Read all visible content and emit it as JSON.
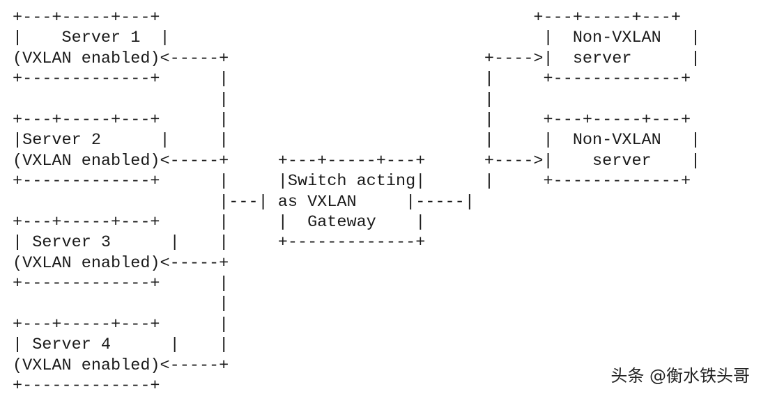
{
  "diagram": {
    "lines": [
      "+---+-----+---+                                      +---+-----+---+",
      "|    Server 1  |                                      |  Non-VXLAN   |",
      "(VXLAN enabled)<-----+                          +---->|  server      |",
      "+-------------+      |                          |     +-------------+",
      "                     |                          |",
      "+---+-----+---+      |                          |     +---+-----+---+",
      "|Server 2      |     |                          |     |  Non-VXLAN   |",
      "(VXLAN enabled)<-----+     +---+-----+---+      +---->|    server    |",
      "+-------------+      |     |Switch acting|      |     +-------------+",
      "                     |---| as VXLAN     |-----|",
      "+---+-----+---+      |     |  Gateway    |",
      "| Server 3      |    |     +-------------+",
      "(VXLAN enabled)<-----+",
      "+-------------+      |",
      "                     |",
      "+---+-----+---+      |",
      "| Server 4      |    |",
      "(VXLAN enabled)<-----+",
      "+-------------+"
    ]
  },
  "watermark": {
    "text": "头条 @衡水铁头哥"
  }
}
